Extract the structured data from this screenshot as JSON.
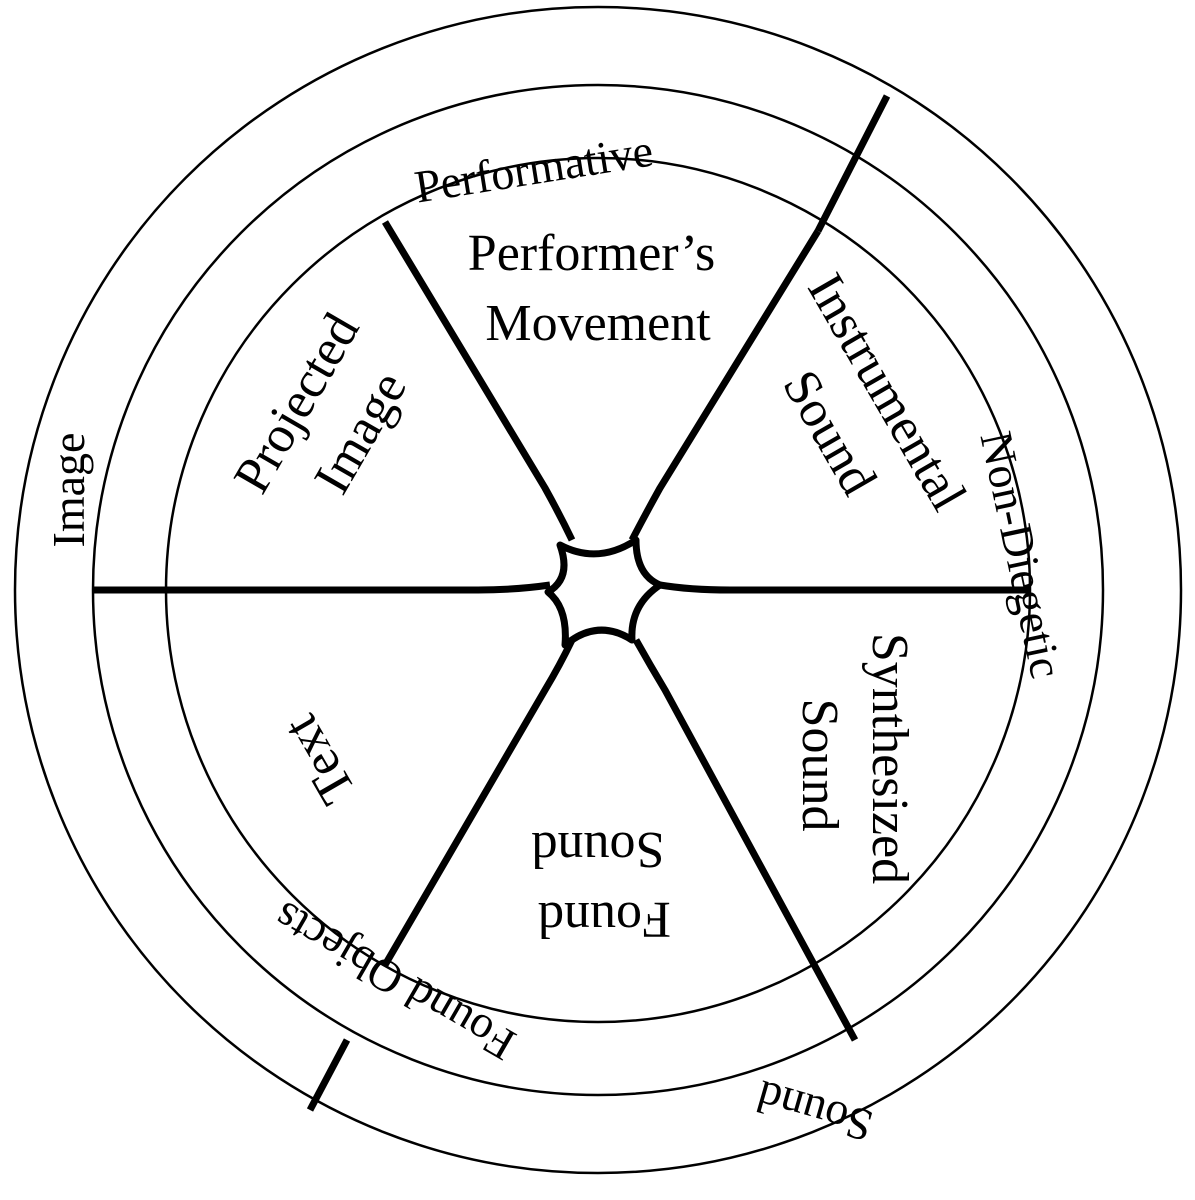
{
  "segments": {
    "performers_movement": [
      "Performer’s",
      "Movement"
    ],
    "instrumental_sound": [
      "Instrumental",
      "Sound"
    ],
    "synthesized_sound": [
      "Synthesized",
      "Sound"
    ],
    "found_sound": [
      "Found",
      "Sound"
    ],
    "text": [
      "Text"
    ],
    "projected_image": [
      "Projected",
      "Image"
    ]
  },
  "middle_band": {
    "performative": "Performative",
    "non_diegetic": "Non-Diegetic",
    "found_objects": "Found Objects"
  },
  "outer_band": {
    "image": "Image",
    "sound": "Sound"
  },
  "colors": {
    "ink": "#000000",
    "background": "#ffffff"
  }
}
